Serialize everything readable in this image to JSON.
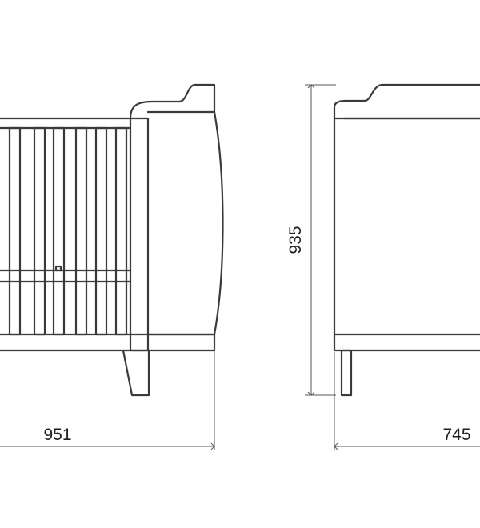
{
  "dimensions": {
    "width": "951",
    "height": "935",
    "depth": "745"
  },
  "colors": {
    "line": "#3a3a3a",
    "text": "#1e1e1e",
    "background": "#ffffff"
  }
}
